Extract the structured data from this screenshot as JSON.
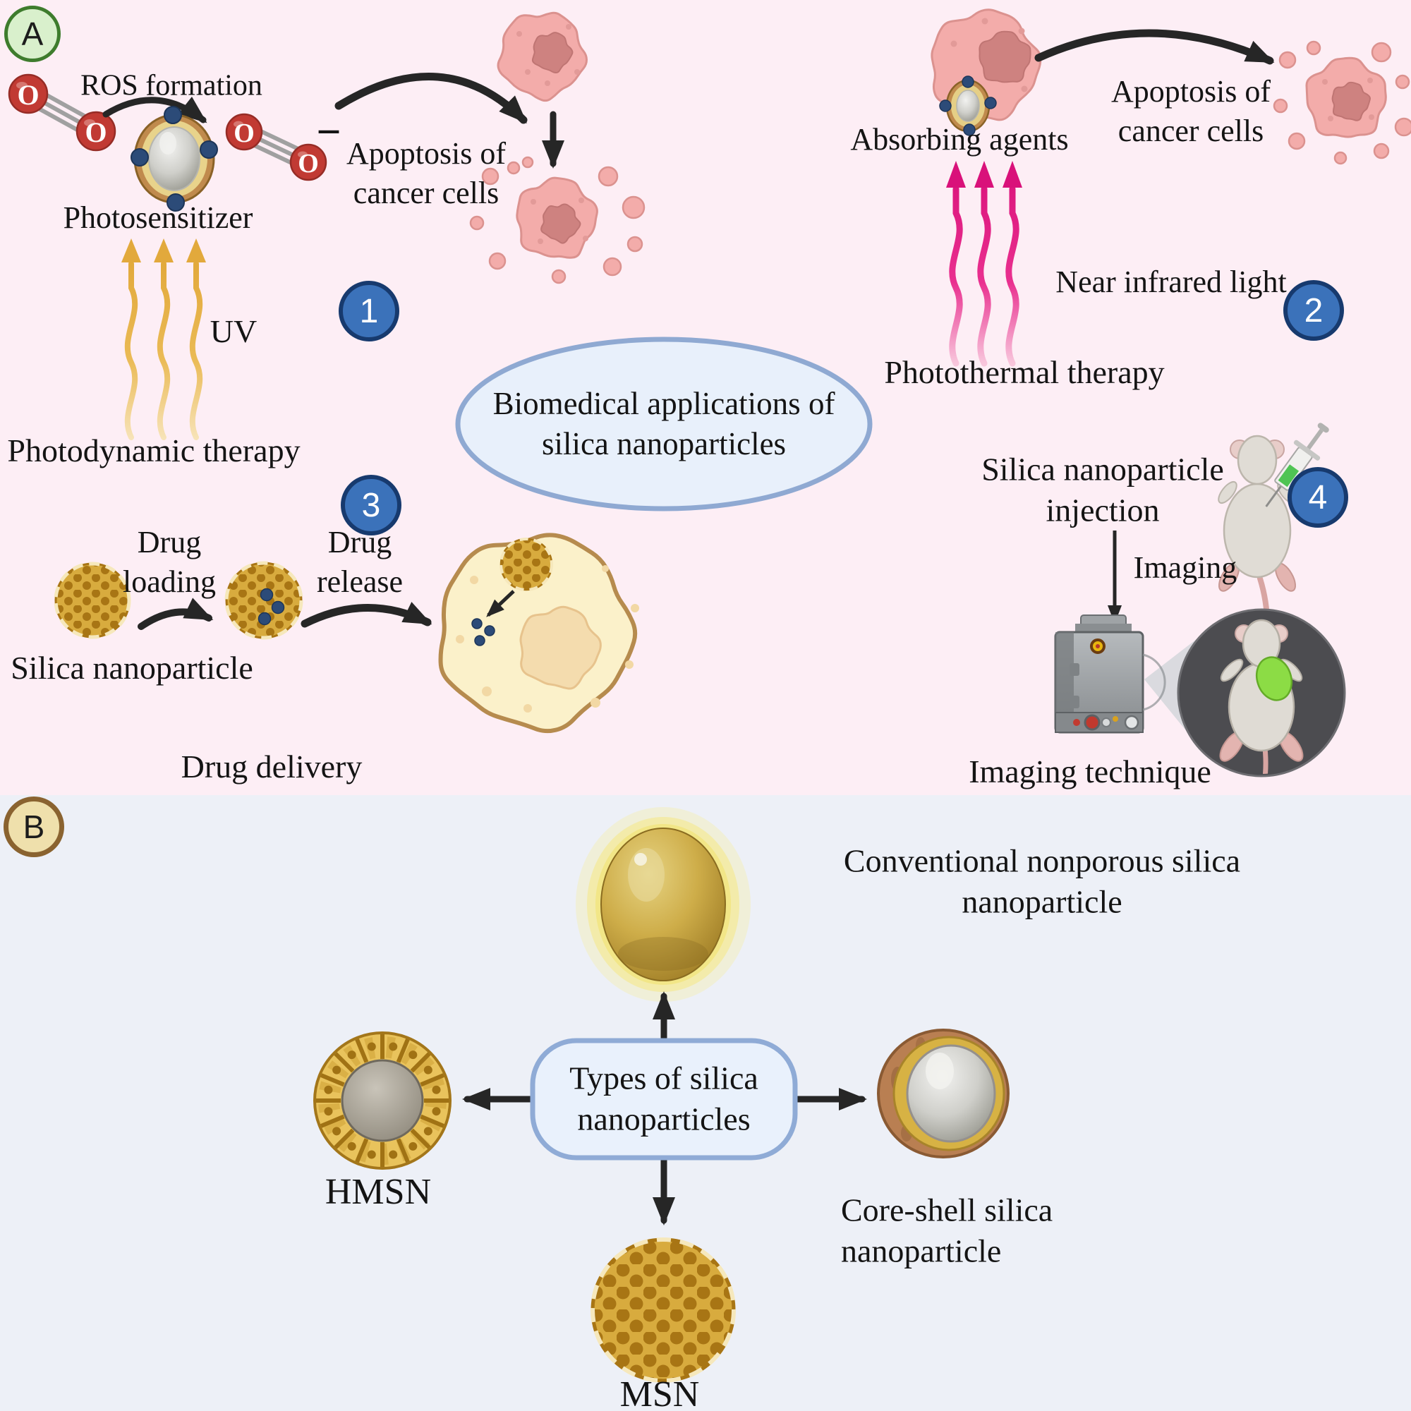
{
  "panel_a": {
    "badge": "A",
    "oxygen_atom": "O",
    "superoxide_charge": "−",
    "photodynamic": {
      "ros_formation": "ROS formation",
      "photosensitizer": "Photosensitizer",
      "apoptosis": "Apoptosis of cancer cells",
      "uv": "UV",
      "badge": "1",
      "title": "Photodynamic therapy"
    },
    "photothermal": {
      "absorbing_agents": "Absorbing agents",
      "apoptosis": "Apoptosis of cancer cells",
      "nir": "Near infrared light",
      "badge": "2",
      "title": "Photothermal therapy"
    },
    "drug_delivery": {
      "loading": "Drug loading",
      "release": "Drug release",
      "nanoparticle": "Silica nanoparticle",
      "badge": "3",
      "title": "Drug delivery"
    },
    "imaging": {
      "injection": "Silica nanoparticle injection",
      "imaging": "Imaging",
      "badge": "4",
      "title": "Imaging technique"
    },
    "center": "Biomedical applications of silica nanoparticles"
  },
  "panel_b": {
    "badge": "B",
    "center": "Types of silica nanoparticles",
    "conventional": "Conventional nonporous silica nanoparticle",
    "hmsn": "HMSN",
    "core_shell": "Core-shell silica nanoparticle",
    "msn": "MSN"
  },
  "colors": {
    "panel_a_bg": "#fdeef5",
    "panel_b_bg": "#edf0f7",
    "badge_blue": "#3b72ba",
    "badge_blue_border": "#173a6e",
    "badge_a_green": "#d9f0cc",
    "badge_b_tan": "#efe0ac",
    "oxygen_red": "#c13a33",
    "gold": "#d8ab3e",
    "gold_dark": "#a87514",
    "navy_dot": "#2c4b78",
    "uv_yellow": "#e8b44c",
    "nir_magenta": "#d9117a",
    "cell_pink": "#f3acaa",
    "cream_cell": "#fbf1ca",
    "tumor_green": "#8cdc45",
    "ellipse_fill": "#e8f0fb",
    "ellipse_stroke": "#8fa9d2"
  }
}
